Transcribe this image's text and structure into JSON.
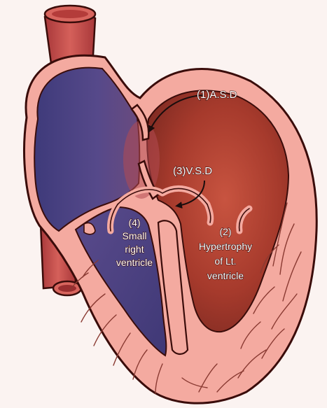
{
  "labels": {
    "asd": "(1)A.S.D",
    "vsd": "(3)V.S.D",
    "small_rv": [
      "(4)",
      "Small",
      "right",
      "ventricle"
    ],
    "lv_hypertrophy": [
      "(2)",
      "Hypertrophy",
      "of Lt.",
      "ventricle"
    ]
  },
  "colors": {
    "background": "#fbf3f1",
    "outline": "#3a0c0a",
    "muscle": "#f4aaa0",
    "vessel": "#c44a45",
    "deoxygenated_blood": "#4f4582",
    "oxygenated_blood": "#a63a2c",
    "arrow": "#1a0d0d"
  }
}
